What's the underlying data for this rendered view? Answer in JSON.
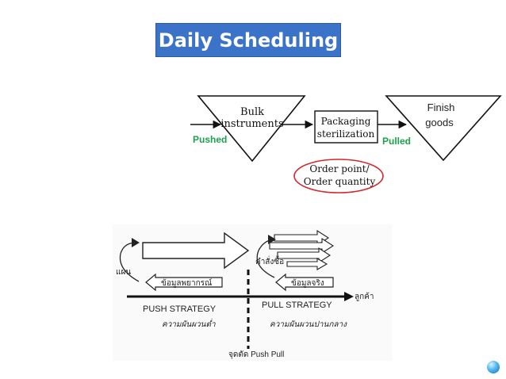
{
  "title": "Daily Scheduling",
  "flow": {
    "bulk_line1": "Bulk",
    "bulk_line2": "instruments",
    "packaging_line1": "Packaging",
    "packaging_line2": "sterilization",
    "finish_line1": "Finish",
    "finish_line2": "goods",
    "pushed": "Pushed",
    "pulled": "Pulled",
    "order_line1": "Order point/",
    "order_line2": "Order quantity"
  },
  "strategy": {
    "plan": "แผน",
    "forecast": "ข้อมูลพยากรณ์",
    "order": "คำสั่งซื้อ",
    "actual": "ข้อมูลจริง",
    "customer": "ลูกค้า",
    "push_strategy": "PUSH STRATEGY",
    "pull_strategy": "PULL STRATEGY",
    "push_variability": "ความผันผวนต่ำ",
    "pull_variability": "ความผันผวนปานกลาง",
    "boundary": "จุดตัด Push Pull"
  },
  "colors": {
    "title_bg": "#3a73c8",
    "pushed_pulled": "#1aa34a",
    "circle": "#d4282c"
  }
}
